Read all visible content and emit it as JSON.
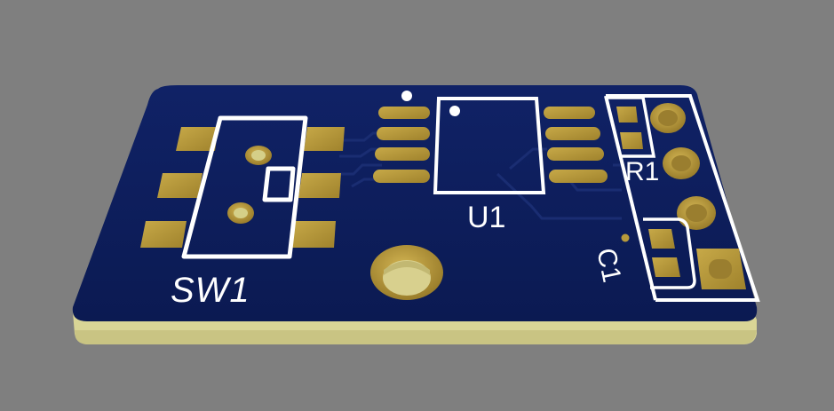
{
  "scene": {
    "background_color": "#7f7f7f",
    "board_color": "#0e1f5a",
    "substrate_color": "#d9d596",
    "pad_color": "#b89a3b",
    "silkscreen_color": "#ffffff",
    "trace_color": "#17296a"
  },
  "labels": {
    "switch": "SW1",
    "ic": "U1",
    "resistor": "R1",
    "capacitor": "C1"
  }
}
